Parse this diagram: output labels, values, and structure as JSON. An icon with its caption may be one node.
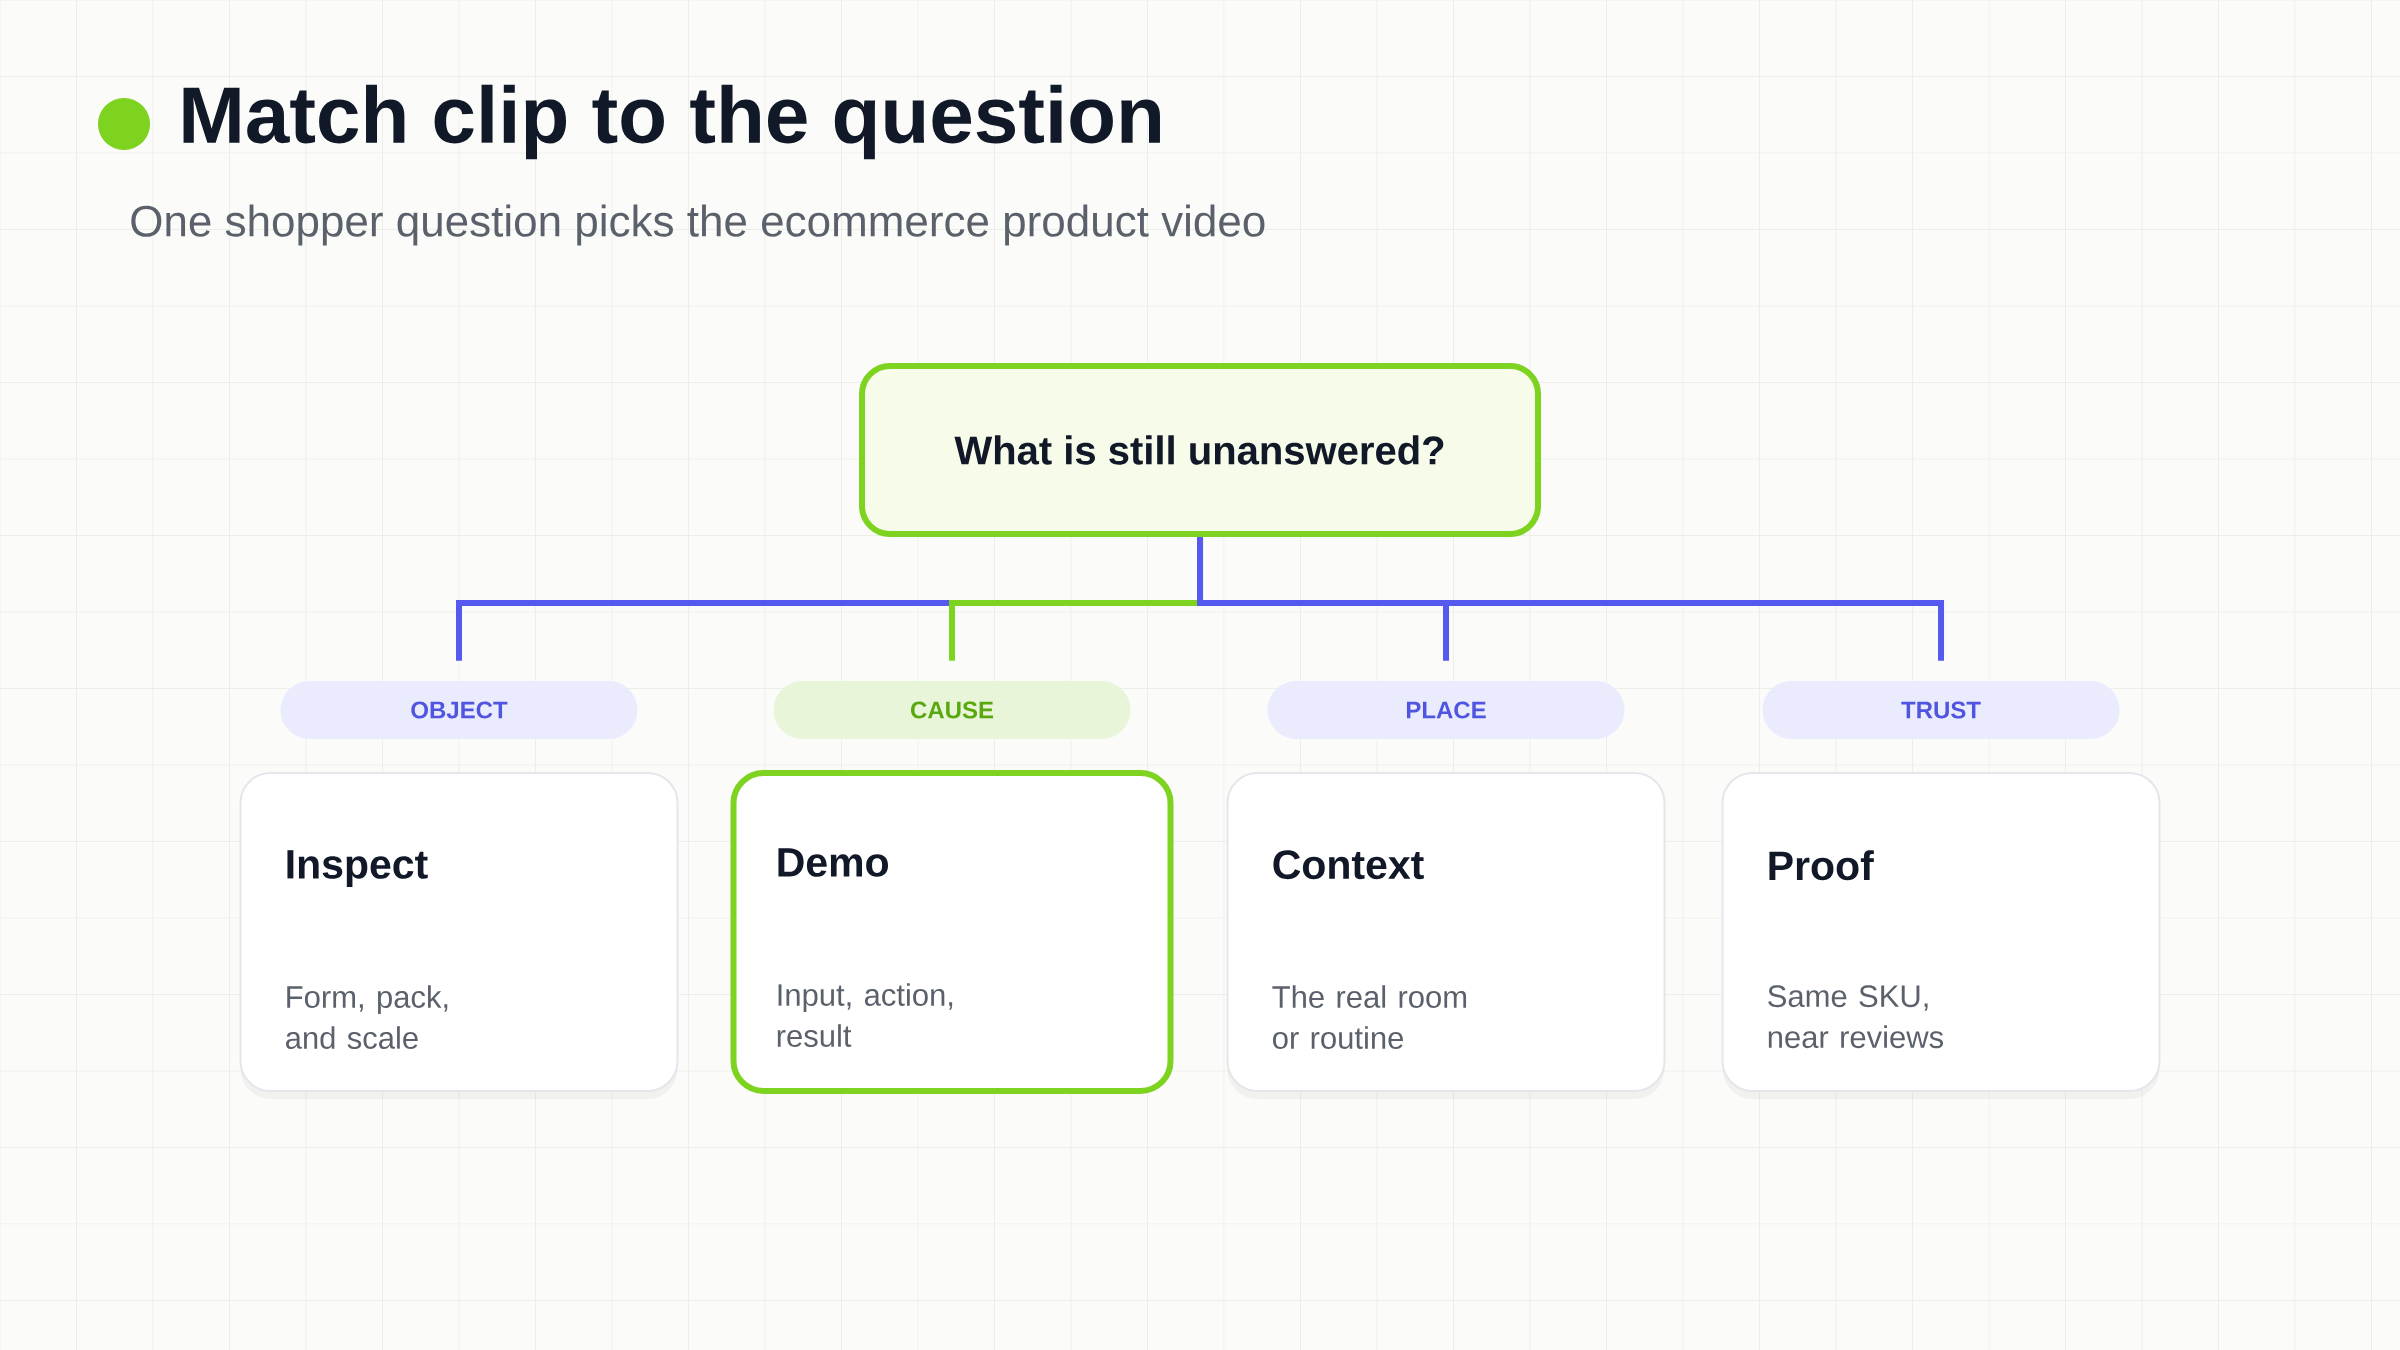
{
  "diagram": {
    "title": "Match clip to the question",
    "caption": "One shopper question picks the ecommerce product video",
    "nodes": [
      {
        "text": [
          "What is still unanswered?"
        ]
      },
      {
        "text": [
          "OBJECT"
        ]
      },
      {
        "text": [
          "CAUSE"
        ]
      },
      {
        "text": [
          "PLACE"
        ]
      },
      {
        "text": [
          "TRUST"
        ]
      },
      {
        "text": [
          "Inspect",
          "Form, pack, and scale"
        ]
      },
      {
        "text": [
          "Demo",
          "Input, action, result"
        ]
      },
      {
        "text": [
          "Context",
          "The real room or routine"
        ]
      },
      {
        "text": [
          "Proof",
          "Same SKU, near reviews"
        ]
      }
    ],
    "edges": [
      {
        "from": 0,
        "to": 1,
        "arrow": "none"
      },
      {
        "from": 0,
        "to": 2,
        "arrow": "none",
        "color": "#7ed321"
      },
      {
        "from": 0,
        "to": 3,
        "arrow": "none"
      },
      {
        "from": 0,
        "to": 4,
        "arrow": "none"
      }
    ]
  }
}
